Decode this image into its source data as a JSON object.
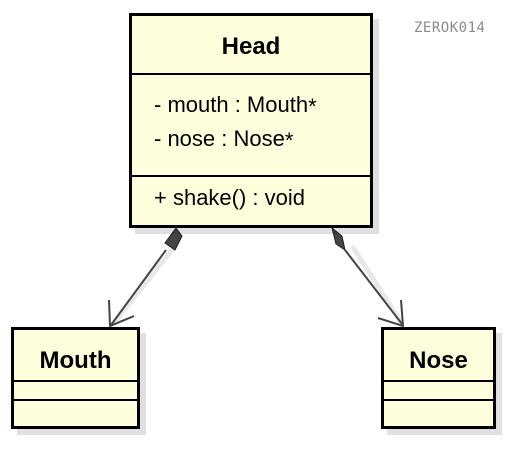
{
  "watermark": "ZEROK014",
  "classes": {
    "head": {
      "name": "Head",
      "attributes": [
        {
          "text": "- mouth : Mouth",
          "marker": "*"
        },
        {
          "text": "- nose : Nose",
          "marker": "*"
        }
      ],
      "operations": [
        {
          "text": "+ shake() : void"
        }
      ]
    },
    "mouth": {
      "name": "Mouth"
    },
    "nose": {
      "name": "Nose"
    }
  },
  "relations": [
    {
      "from": "Head",
      "to": "Mouth",
      "type": "composition"
    },
    {
      "from": "Head",
      "to": "Nose",
      "type": "composition"
    }
  ],
  "colors": {
    "class_fill": "#fefedc",
    "border": "#000000",
    "diamond": "#444444"
  }
}
